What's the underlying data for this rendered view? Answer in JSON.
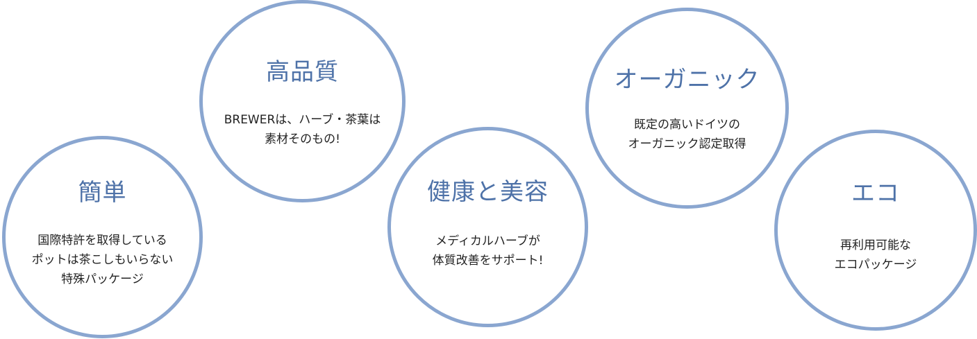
{
  "colors": {
    "circle_border": "#8aa6d0",
    "title": "#4e72a8",
    "text": "#222222",
    "background": "#ffffff"
  },
  "features": [
    {
      "title": "簡単",
      "description": "国際特許を取得している\nポットは茶こしもいらない\n特殊パッケージ"
    },
    {
      "title": "高品質",
      "description": "BREWERは、ハーブ・茶葉は\n素材そのもの!"
    },
    {
      "title": "健康と美容",
      "description": "メディカルハーブが\n体質改善をサポート!"
    },
    {
      "title": "オーガニック",
      "description": "既定の高いドイツの\nオーガニック認定取得"
    },
    {
      "title": "エコ",
      "description": "再利用可能な\nエコパッケージ"
    }
  ]
}
